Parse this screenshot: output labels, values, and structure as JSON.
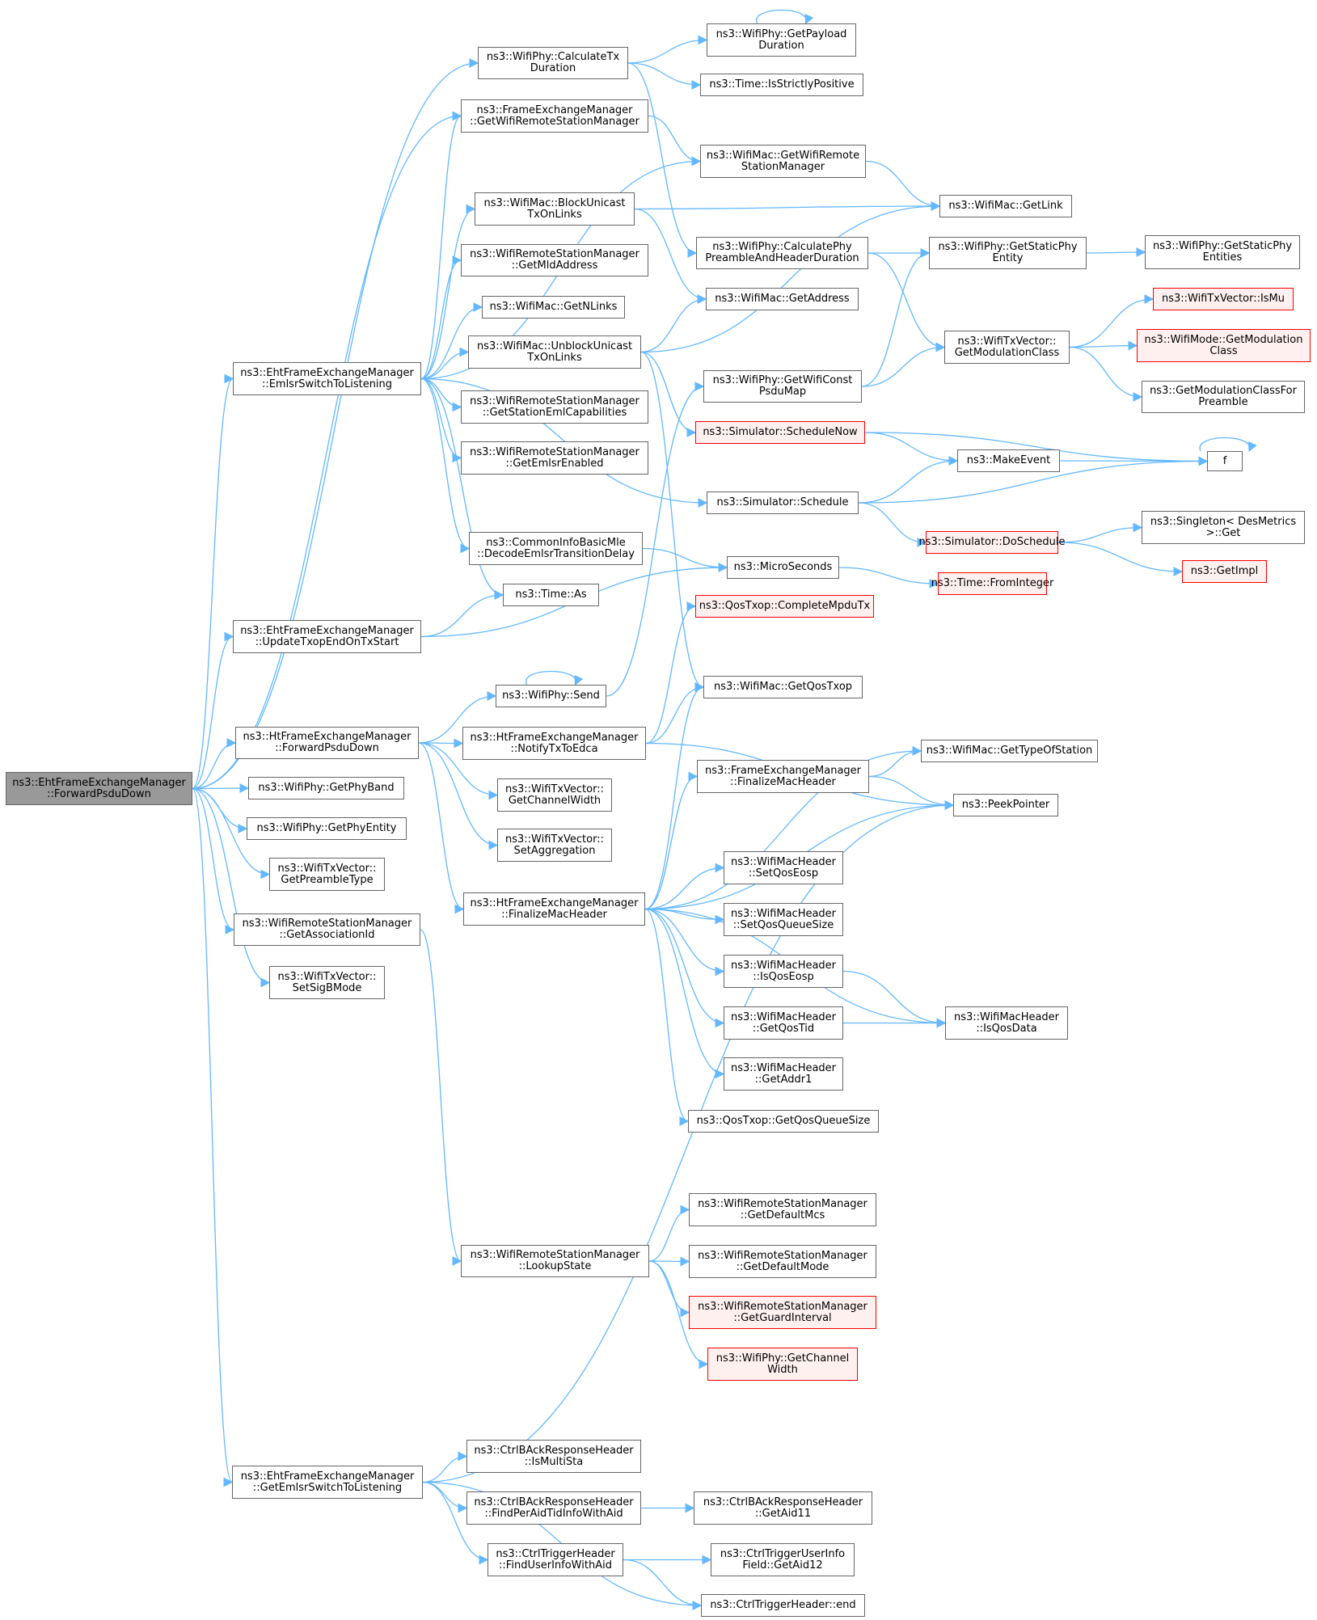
{
  "colors": {
    "edge": "#63b8ff",
    "border": "#666666",
    "red_border": "#ff0000",
    "red_fill": "#fff0f0",
    "root_fill": "#999999"
  },
  "nodes": [
    {
      "id": "root",
      "lines": [
        "ns3::EhtFrameExchangeManager",
        "::ForwardPsduDown"
      ],
      "kind": "root"
    },
    {
      "id": "calcTx",
      "lines": [
        "ns3::WifiPhy::CalculateTx",
        "Duration"
      ]
    },
    {
      "id": "getPayload",
      "lines": [
        "ns3::WifiPhy::GetPayload",
        "Duration"
      ]
    },
    {
      "id": "isPos",
      "lines": [
        "ns3::Time::IsStrictlyPositive"
      ]
    },
    {
      "id": "femRsm",
      "lines": [
        "ns3::FrameExchangeManager",
        "::GetWifiRemoteStationManager"
      ]
    },
    {
      "id": "macRsm",
      "lines": [
        "ns3::WifiMac::GetWifiRemote",
        "StationManager"
      ]
    },
    {
      "id": "getLink",
      "lines": [
        "ns3::WifiMac::GetLink"
      ]
    },
    {
      "id": "blockU",
      "lines": [
        "ns3::WifiMac::BlockUnicast",
        "TxOnLinks"
      ]
    },
    {
      "id": "calcPre",
      "lines": [
        "ns3::WifiPhy::CalculatePhy",
        "PreambleAndHeaderDuration"
      ]
    },
    {
      "id": "staticPhyEnt",
      "lines": [
        "ns3::WifiPhy::GetStaticPhy",
        "Entity"
      ]
    },
    {
      "id": "staticPhyEnts",
      "lines": [
        "ns3::WifiPhy::GetStaticPhy",
        "Entities"
      ]
    },
    {
      "id": "mld",
      "lines": [
        "ns3::WifiRemoteStationManager",
        "::GetMldAddress"
      ]
    },
    {
      "id": "addr",
      "lines": [
        "ns3::WifiMac::GetAddress"
      ]
    },
    {
      "id": "isMu",
      "lines": [
        "ns3::WifiTxVector::IsMu"
      ],
      "kind": "red"
    },
    {
      "id": "nlinks",
      "lines": [
        "ns3::WifiMac::GetNLinks"
      ]
    },
    {
      "id": "modMode",
      "lines": [
        "ns3::WifiMode::GetModulation",
        "Class"
      ],
      "kind": "red"
    },
    {
      "id": "emlsr",
      "lines": [
        "ns3::EhtFrameExchangeManager",
        "::EmlsrSwitchToListening"
      ]
    },
    {
      "id": "unblockU",
      "lines": [
        "ns3::WifiMac::UnblockUnicast",
        "TxOnLinks"
      ]
    },
    {
      "id": "modClass",
      "lines": [
        "ns3::WifiTxVector::",
        "GetModulationClass"
      ]
    },
    {
      "id": "constPsdu",
      "lines": [
        "ns3::WifiPhy::GetWifiConst",
        "PsduMap"
      ]
    },
    {
      "id": "modPre",
      "lines": [
        "ns3::GetModulationClassFor",
        "Preamble"
      ]
    },
    {
      "id": "emlCap",
      "lines": [
        "ns3::WifiRemoteStationManager",
        "::GetStationEmlCapabilities"
      ]
    },
    {
      "id": "schedNow",
      "lines": [
        "ns3::Simulator::ScheduleNow"
      ],
      "kind": "red"
    },
    {
      "id": "emlsrEn",
      "lines": [
        "ns3::WifiRemoteStationManager",
        "::GetEmlsrEnabled"
      ]
    },
    {
      "id": "makeEv",
      "lines": [
        "ns3::MakeEvent"
      ]
    },
    {
      "id": "f",
      "lines": [
        "f"
      ]
    },
    {
      "id": "sched",
      "lines": [
        "ns3::Simulator::Schedule"
      ]
    },
    {
      "id": "singleton",
      "lines": [
        "ns3::Singleton< DesMetrics",
        ">::Get"
      ]
    },
    {
      "id": "doSched",
      "lines": [
        "ns3::Simulator::DoSchedule"
      ],
      "kind": "red"
    },
    {
      "id": "decode",
      "lines": [
        "ns3::CommonInfoBasicMle",
        "::DecodeEmlsrTransitionDelay"
      ]
    },
    {
      "id": "micro",
      "lines": [
        "ns3::MicroSeconds"
      ]
    },
    {
      "id": "getImpl",
      "lines": [
        "ns3::GetImpl"
      ],
      "kind": "red"
    },
    {
      "id": "fromInt",
      "lines": [
        "ns3::Time::FromInteger"
      ],
      "kind": "red"
    },
    {
      "id": "timeAs",
      "lines": [
        "ns3::Time::As"
      ]
    },
    {
      "id": "completeMpdu",
      "lines": [
        "ns3::QosTxop::CompleteMpduTx"
      ],
      "kind": "red"
    },
    {
      "id": "updTxop",
      "lines": [
        "ns3::EhtFrameExchangeManager",
        "::UpdateTxopEndOnTxStart"
      ]
    },
    {
      "id": "send",
      "lines": [
        "ns3::WifiPhy::Send"
      ]
    },
    {
      "id": "qosTxop",
      "lines": [
        "ns3::WifiMac::GetQosTxop"
      ]
    },
    {
      "id": "htFwd",
      "lines": [
        "ns3::HtFrameExchangeManager",
        "::ForwardPsduDown"
      ]
    },
    {
      "id": "notify",
      "lines": [
        "ns3::HtFrameExchangeManager",
        "::NotifyTxToEdca"
      ]
    },
    {
      "id": "typeSta",
      "lines": [
        "ns3::WifiMac::GetTypeOfStation"
      ]
    },
    {
      "id": "femFinal",
      "lines": [
        "ns3::FrameExchangeManager",
        "::FinalizeMacHeader"
      ]
    },
    {
      "id": "getBand",
      "lines": [
        "ns3::WifiPhy::GetPhyBand"
      ]
    },
    {
      "id": "chWidth",
      "lines": [
        "ns3::WifiTxVector::",
        "GetChannelWidth"
      ]
    },
    {
      "id": "peek",
      "lines": [
        "ns3::PeekPointer"
      ]
    },
    {
      "id": "phyEnt",
      "lines": [
        "ns3::WifiPhy::GetPhyEntity"
      ]
    },
    {
      "id": "setAgg",
      "lines": [
        "ns3::WifiTxVector::",
        "SetAggregation"
      ]
    },
    {
      "id": "preType",
      "lines": [
        "ns3::WifiTxVector::",
        "GetPreambleType"
      ]
    },
    {
      "id": "setEosp",
      "lines": [
        "ns3::WifiMacHeader",
        "::SetQosEosp"
      ]
    },
    {
      "id": "htFinal",
      "lines": [
        "ns3::HtFrameExchangeManager",
        "::FinalizeMacHeader"
      ]
    },
    {
      "id": "setQsize",
      "lines": [
        "ns3::WifiMacHeader",
        "::SetQosQueueSize"
      ]
    },
    {
      "id": "assocId",
      "lines": [
        "ns3::WifiRemoteStationManager",
        "::GetAssociationId"
      ]
    },
    {
      "id": "isEosp",
      "lines": [
        "ns3::WifiMacHeader",
        "::IsQosEosp"
      ]
    },
    {
      "id": "sigB",
      "lines": [
        "ns3::WifiTxVector::",
        "SetSigBMode"
      ]
    },
    {
      "id": "getTid",
      "lines": [
        "ns3::WifiMacHeader",
        "::GetQosTid"
      ]
    },
    {
      "id": "isQosData",
      "lines": [
        "ns3::WifiMacHeader",
        "::IsQosData"
      ]
    },
    {
      "id": "addr1",
      "lines": [
        "ns3::WifiMacHeader",
        "::GetAddr1"
      ]
    },
    {
      "id": "qsize",
      "lines": [
        "ns3::QosTxop::GetQosQueueSize"
      ]
    },
    {
      "id": "defMcs",
      "lines": [
        "ns3::WifiRemoteStationManager",
        "::GetDefaultMcs"
      ]
    },
    {
      "id": "lookup",
      "lines": [
        "ns3::WifiRemoteStationManager",
        "::LookupState"
      ]
    },
    {
      "id": "defMode",
      "lines": [
        "ns3::WifiRemoteStationManager",
        "::GetDefaultMode"
      ]
    },
    {
      "id": "guard",
      "lines": [
        "ns3::WifiRemoteStationManager",
        "::GetGuardInterval"
      ],
      "kind": "red"
    },
    {
      "id": "chW2",
      "lines": [
        "ns3::WifiPhy::GetChannel",
        "Width"
      ],
      "kind": "red"
    },
    {
      "id": "isMulti",
      "lines": [
        "ns3::CtrlBAckResponseHeader",
        "::IsMultiSta"
      ]
    },
    {
      "id": "getEmlsr",
      "lines": [
        "ns3::EhtFrameExchangeManager",
        "::GetEmlsrSwitchToListening"
      ]
    },
    {
      "id": "findPer",
      "lines": [
        "ns3::CtrlBAckResponseHeader",
        "::FindPerAidTidInfoWithAid"
      ]
    },
    {
      "id": "aid11",
      "lines": [
        "ns3::CtrlBAckResponseHeader",
        "::GetAid11"
      ]
    },
    {
      "id": "findUser",
      "lines": [
        "ns3::CtrlTriggerHeader",
        "::FindUserInfoWithAid"
      ]
    },
    {
      "id": "aid12",
      "lines": [
        "ns3::CtrlTriggerUserInfo",
        "Field::GetAid12"
      ]
    },
    {
      "id": "end",
      "lines": [
        "ns3::CtrlTriggerHeader::end"
      ]
    }
  ],
  "edges": [
    [
      "root",
      "calcTx"
    ],
    [
      "root",
      "femRsm"
    ],
    [
      "root",
      "emlsr"
    ],
    [
      "root",
      "updTxop"
    ],
    [
      "root",
      "htFwd"
    ],
    [
      "root",
      "getBand"
    ],
    [
      "root",
      "phyEnt"
    ],
    [
      "root",
      "preType"
    ],
    [
      "root",
      "assocId"
    ],
    [
      "root",
      "sigB"
    ],
    [
      "root",
      "getEmlsr"
    ],
    [
      "calcTx",
      "getPayload"
    ],
    [
      "calcTx",
      "isPos"
    ],
    [
      "calcTx",
      "calcPre"
    ],
    [
      "getPayload",
      "getPayload"
    ],
    [
      "femRsm",
      "macRsm"
    ],
    [
      "macRsm",
      "getLink"
    ],
    [
      "calcPre",
      "staticPhyEnt"
    ],
    [
      "calcPre",
      "modClass"
    ],
    [
      "staticPhyEnt",
      "staticPhyEnts"
    ],
    [
      "blockU",
      "getLink"
    ],
    [
      "blockU",
      "addr"
    ],
    [
      "emlsr",
      "femRsm"
    ],
    [
      "emlsr",
      "macRsm"
    ],
    [
      "emlsr",
      "blockU"
    ],
    [
      "emlsr",
      "mld"
    ],
    [
      "emlsr",
      "nlinks"
    ],
    [
      "emlsr",
      "unblockU"
    ],
    [
      "emlsr",
      "emlCap"
    ],
    [
      "emlsr",
      "emlsrEn"
    ],
    [
      "emlsr",
      "sched"
    ],
    [
      "emlsr",
      "decode"
    ],
    [
      "emlsr",
      "timeAs"
    ],
    [
      "unblockU",
      "addr"
    ],
    [
      "unblockU",
      "getLink"
    ],
    [
      "unblockU",
      "schedNow"
    ],
    [
      "unblockU",
      "qosTxop"
    ],
    [
      "modClass",
      "isMu"
    ],
    [
      "modClass",
      "modMode"
    ],
    [
      "modClass",
      "modPre"
    ],
    [
      "constPsdu",
      "staticPhyEnt"
    ],
    [
      "constPsdu",
      "modClass"
    ],
    [
      "schedNow",
      "makeEv"
    ],
    [
      "schedNow",
      "f"
    ],
    [
      "makeEv",
      "f"
    ],
    [
      "f",
      "f"
    ],
    [
      "sched",
      "makeEv"
    ],
    [
      "sched",
      "f"
    ],
    [
      "sched",
      "doSched"
    ],
    [
      "doSched",
      "singleton"
    ],
    [
      "doSched",
      "getImpl"
    ],
    [
      "decode",
      "micro"
    ],
    [
      "micro",
      "fromInt"
    ],
    [
      "updTxop",
      "timeAs"
    ],
    [
      "updTxop",
      "micro"
    ],
    [
      "htFwd",
      "send"
    ],
    [
      "htFwd",
      "notify"
    ],
    [
      "htFwd",
      "chWidth"
    ],
    [
      "htFwd",
      "setAgg"
    ],
    [
      "htFwd",
      "htFinal"
    ],
    [
      "send",
      "send"
    ],
    [
      "send",
      "constPsdu"
    ],
    [
      "notify",
      "completeMpdu"
    ],
    [
      "notify",
      "qosTxop"
    ],
    [
      "notify",
      "peek"
    ],
    [
      "femFinal",
      "typeSta"
    ],
    [
      "femFinal",
      "peek"
    ],
    [
      "htFinal",
      "femFinal"
    ],
    [
      "htFinal",
      "typeSta"
    ],
    [
      "htFinal",
      "qosTxop"
    ],
    [
      "htFinal",
      "peek"
    ],
    [
      "htFinal",
      "setEosp"
    ],
    [
      "htFinal",
      "setQsize"
    ],
    [
      "htFinal",
      "isEosp"
    ],
    [
      "htFinal",
      "getTid"
    ],
    [
      "htFinal",
      "addr1"
    ],
    [
      "htFinal",
      "qsize"
    ],
    [
      "htFinal",
      "isQosData"
    ],
    [
      "isEosp",
      "isQosData"
    ],
    [
      "getTid",
      "isQosData"
    ],
    [
      "assocId",
      "lookup"
    ],
    [
      "lookup",
      "defMcs"
    ],
    [
      "lookup",
      "defMode"
    ],
    [
      "lookup",
      "guard"
    ],
    [
      "lookup",
      "chW2"
    ],
    [
      "getEmlsr",
      "peek"
    ],
    [
      "getEmlsr",
      "isMulti"
    ],
    [
      "getEmlsr",
      "findPer"
    ],
    [
      "getEmlsr",
      "findUser"
    ],
    [
      "getEmlsr",
      "end"
    ],
    [
      "findPer",
      "aid11"
    ],
    [
      "findUser",
      "aid12"
    ],
    [
      "findUser",
      "end"
    ]
  ]
}
